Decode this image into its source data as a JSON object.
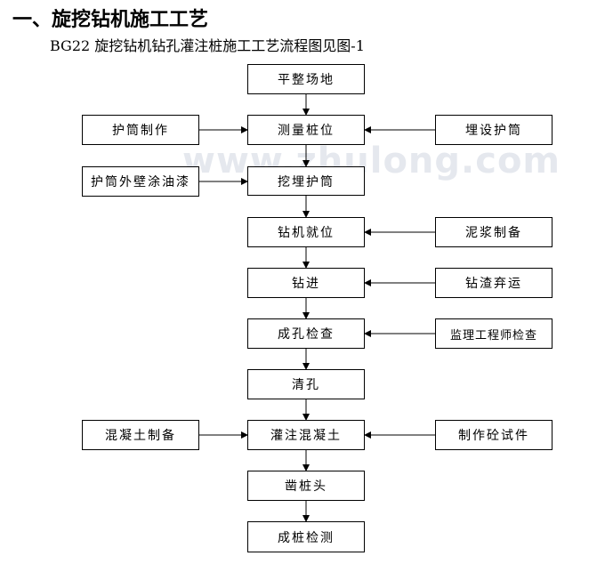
{
  "heading": "一、旋挖钻机施工工艺",
  "caption": "BG22 旋挖钻机钻孔灌注桩施工工艺流程图见图-1",
  "watermark": "www.zhulong.com",
  "flow": {
    "main": [
      "平整场地",
      "测量桩位",
      "挖埋护筒",
      "钻机就位",
      "钻进",
      "成孔检查",
      "清孔",
      "灌注混凝土",
      "凿桩头",
      "成桩检测"
    ],
    "left_inputs": [
      "护筒制作",
      "护筒外壁涂油漆",
      "混凝土制备"
    ],
    "right_inputs": [
      "埋设护筒",
      "泥浆制备",
      "钻渣弃运",
      "监理工程师检查",
      "制作砼试件"
    ]
  }
}
